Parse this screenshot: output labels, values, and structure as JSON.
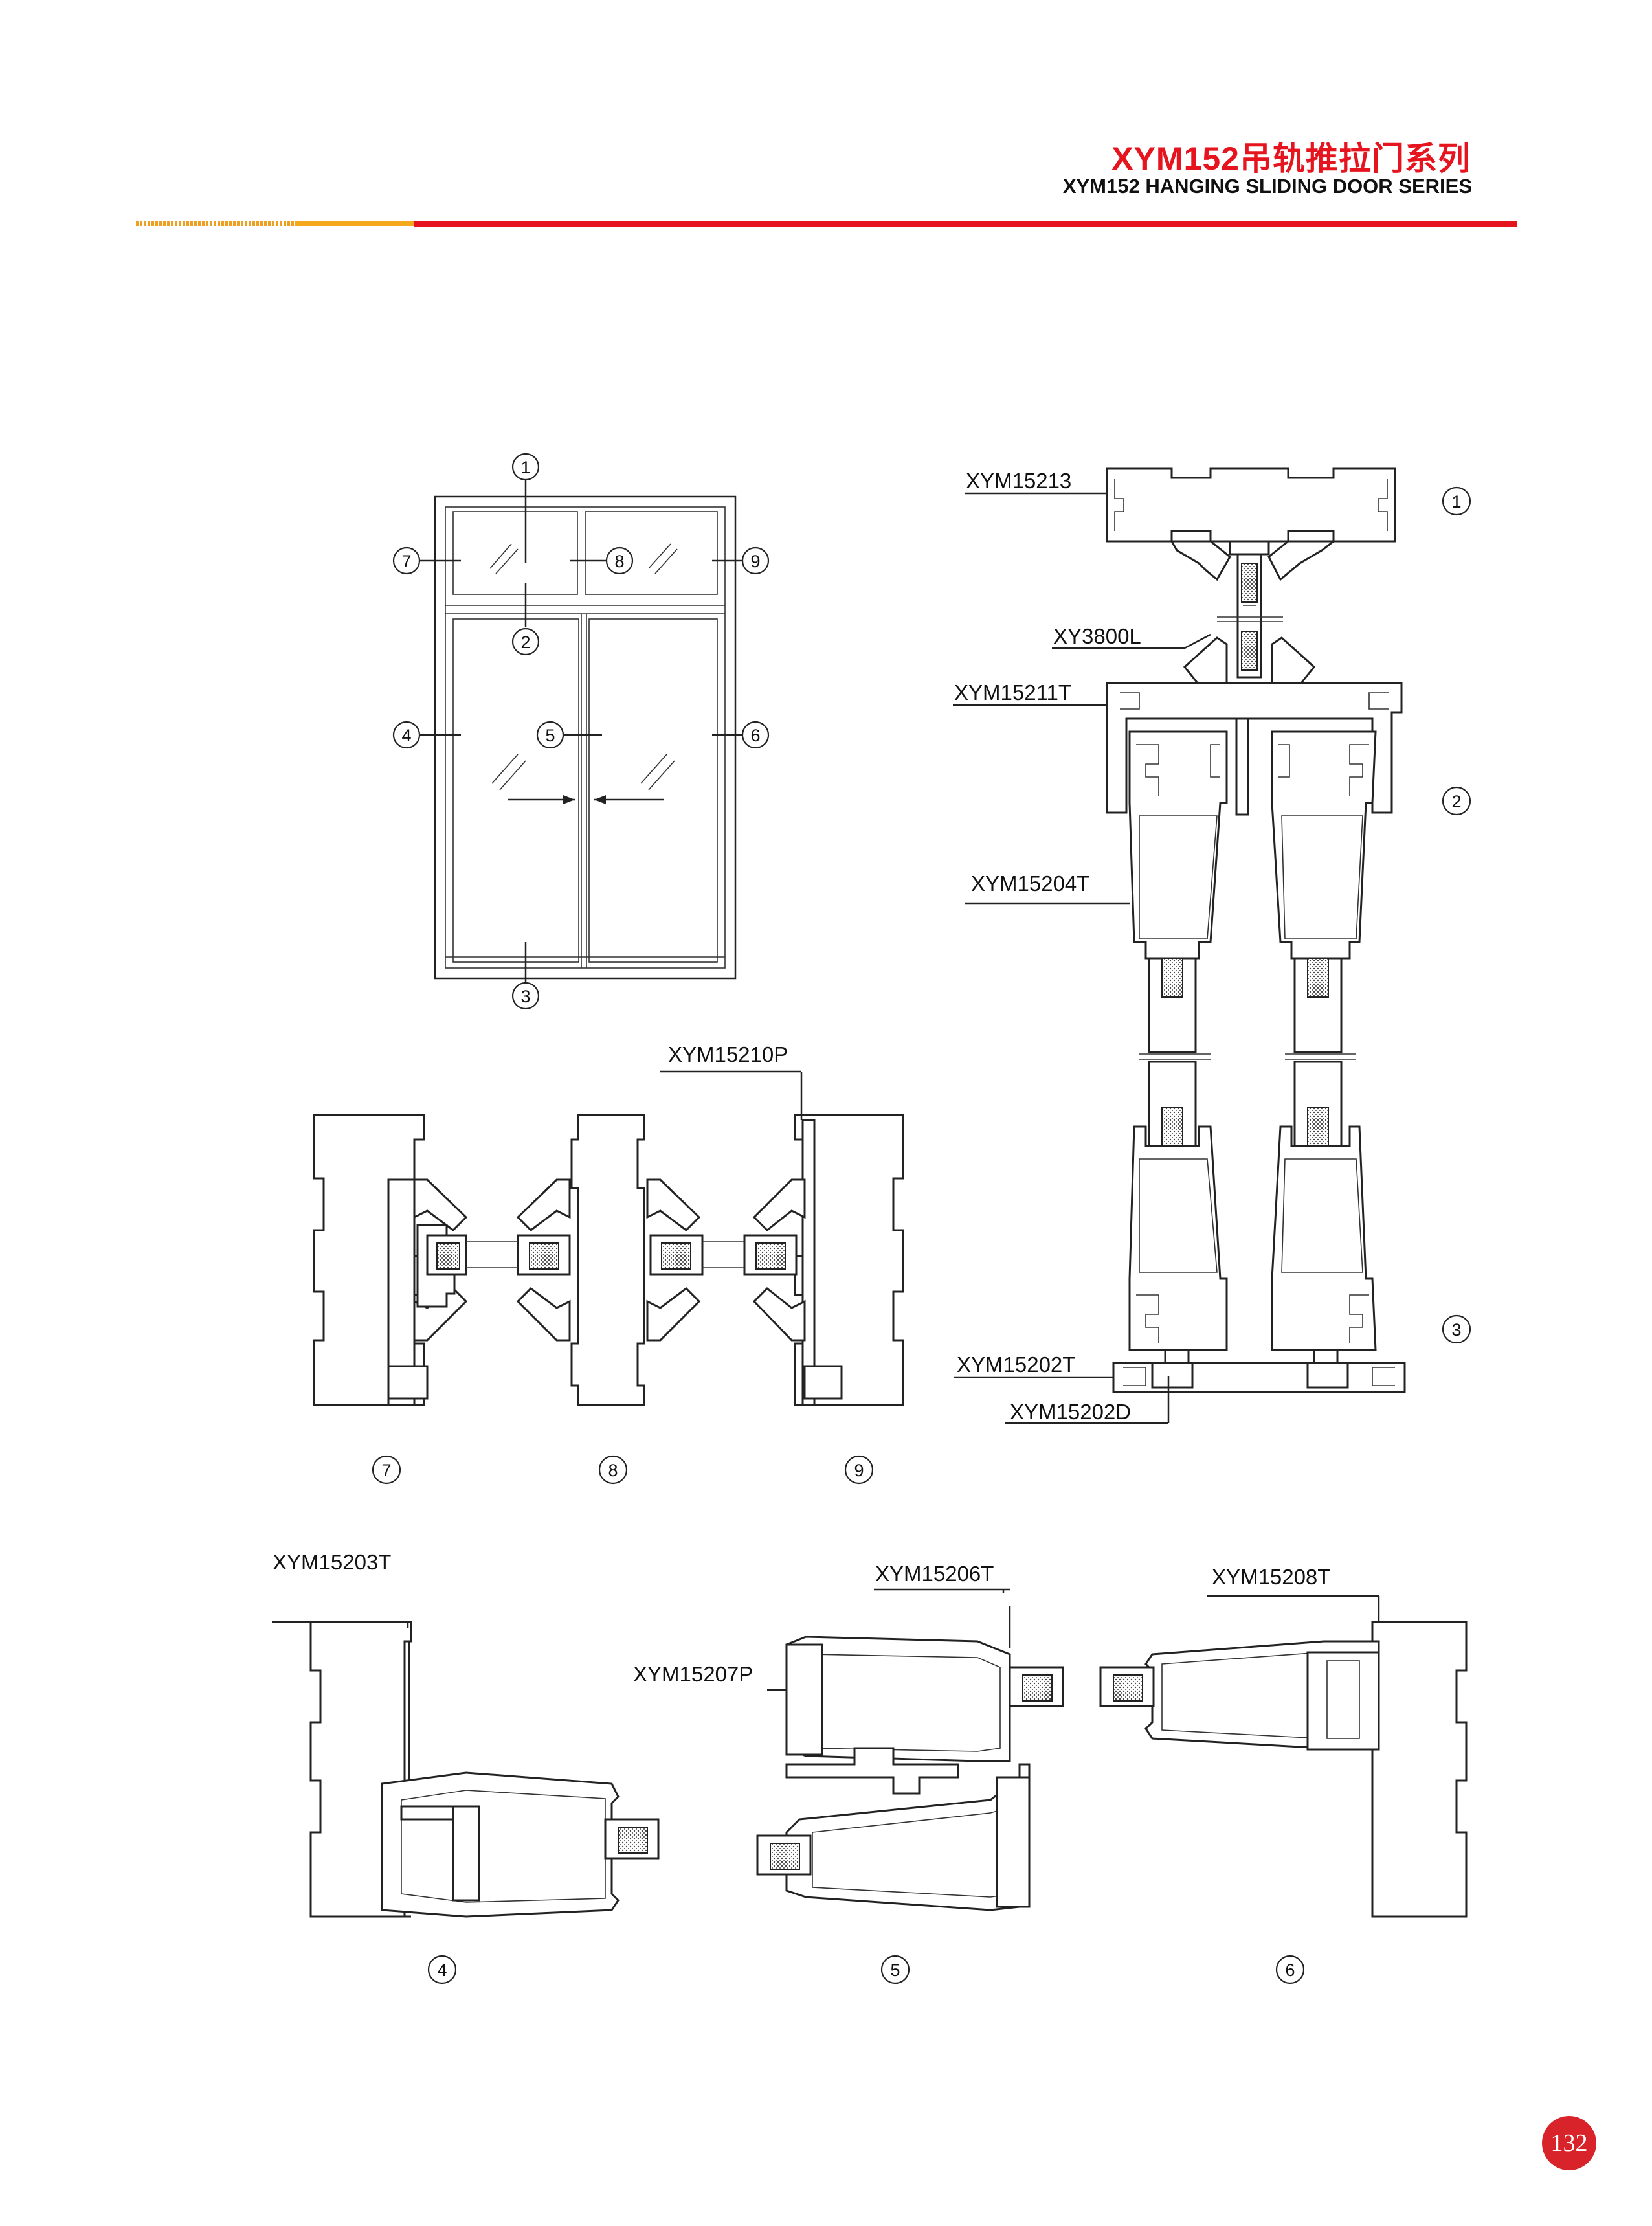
{
  "header": {
    "title_cn": "XYM152吊轨推拉门系列",
    "title_en": "XYM152 HANGING SLIDING DOOR SERIES"
  },
  "page_number": "132",
  "elevation_markers": [
    "1",
    "2",
    "3",
    "4",
    "5",
    "6",
    "7",
    "8",
    "9"
  ],
  "section_labels": {
    "s7": "7",
    "s8": "8",
    "s9": "9",
    "s4": "4",
    "s5": "5",
    "s6": "6",
    "v1": "1",
    "v2": "2",
    "v3": "3"
  },
  "profiles": {
    "xym15213": "XYM15213",
    "xy3800l": "XY3800L",
    "xym15211t": "XYM15211T",
    "xym15204t": "XYM15204T",
    "xym15202t": "XYM15202T",
    "xym15202d": "XYM15202D",
    "xym15210p": "XYM15210P",
    "xym15203t": "XYM15203T",
    "xym15206t": "XYM15206T",
    "xym15207p": "XYM15207P",
    "xym15208t": "XYM15208T"
  },
  "colors": {
    "title_red": "#e6141e",
    "rule_orange": "#f5a81b",
    "badge_red": "#d9232a"
  }
}
